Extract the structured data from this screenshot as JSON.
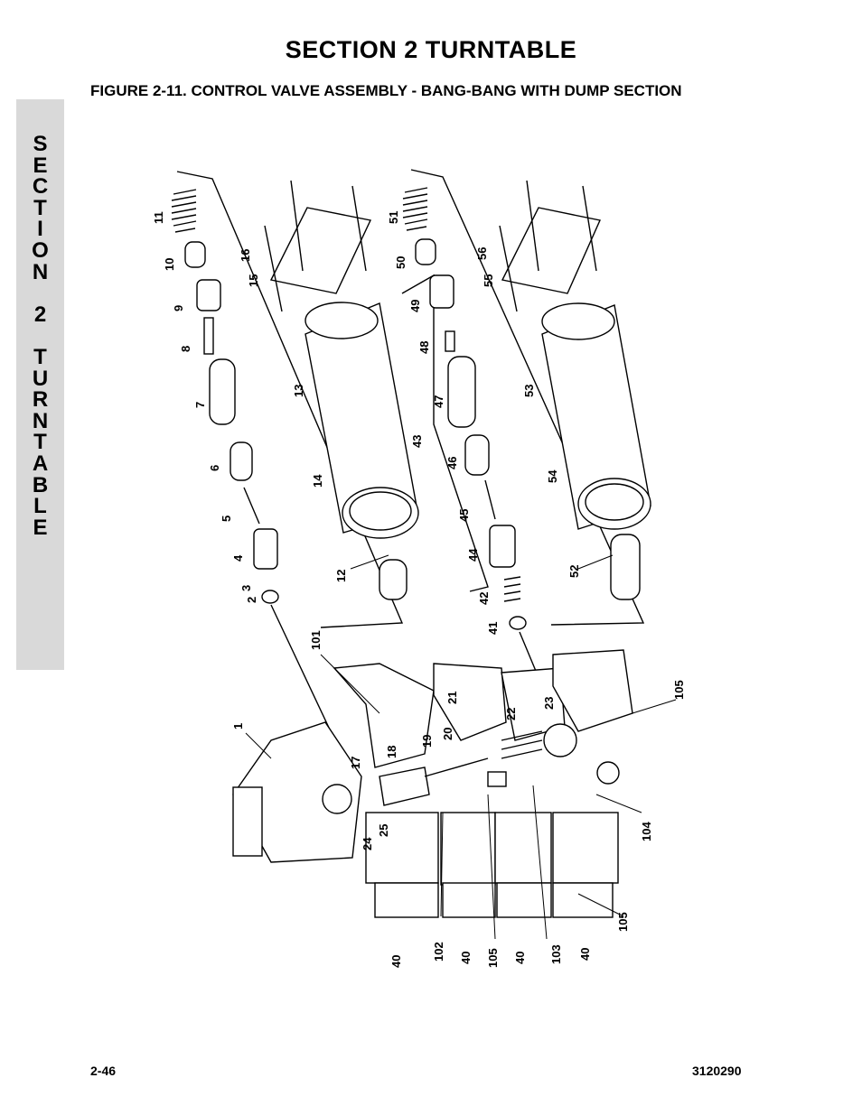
{
  "header": {
    "section_title": "SECTION 2  TURNTABLE",
    "figure_title": "FIGURE 2-11.  CONTROL VALVE ASSEMBLY - BANG-BANG WITH DUMP SECTION"
  },
  "side_tab": {
    "letters": [
      "S",
      "E",
      "C",
      "T",
      "I",
      "O",
      "N",
      " ",
      "2",
      " ",
      "T",
      "U",
      "R",
      "N",
      "T",
      "A",
      "B",
      "L",
      "E"
    ]
  },
  "footer": {
    "page_number": "2-46",
    "document_number": "3120290"
  },
  "callouts": [
    "1",
    "2",
    "3",
    "4",
    "5",
    "6",
    "7",
    "8",
    "9",
    "10",
    "11",
    "12",
    "13",
    "14",
    "15",
    "16",
    "17",
    "18",
    "19",
    "20",
    "21",
    "22",
    "23",
    "24",
    "25",
    "40",
    "40",
    "40",
    "40",
    "41",
    "42",
    "43",
    "44",
    "45",
    "46",
    "47",
    "48",
    "49",
    "50",
    "51",
    "52",
    "53",
    "54",
    "55",
    "56",
    "101",
    "102",
    "103",
    "104",
    "105",
    "105",
    "105"
  ]
}
